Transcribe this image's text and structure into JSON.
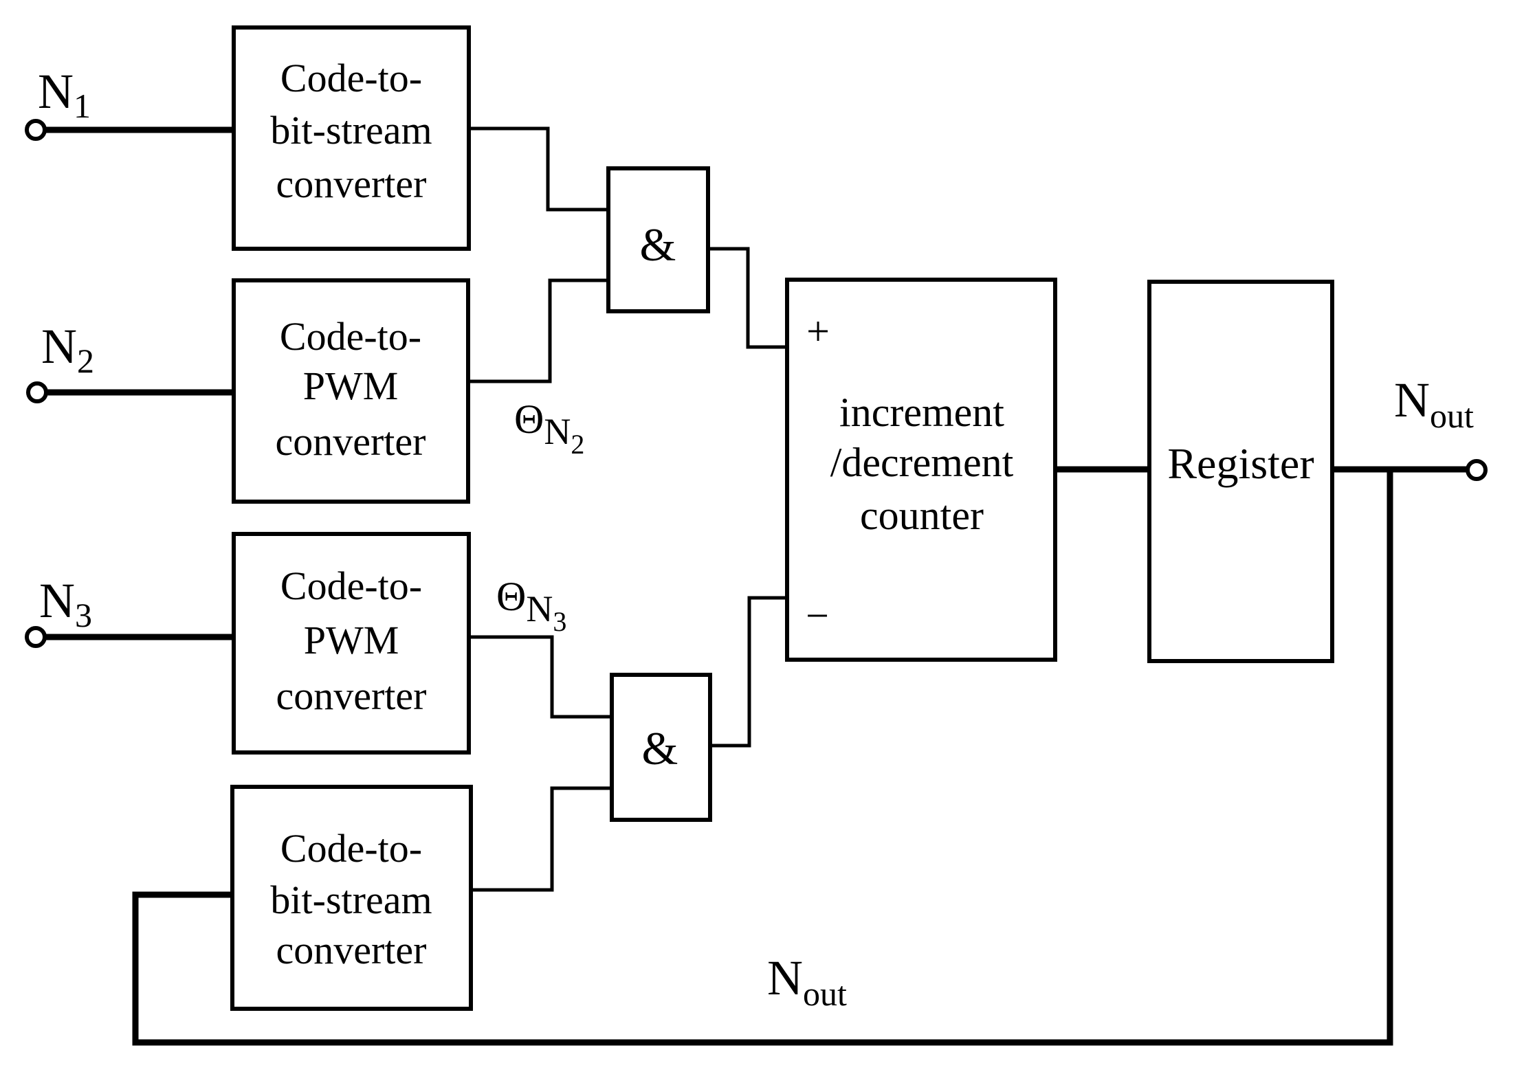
{
  "diagram": {
    "type": "block-diagram",
    "background_color": "#ffffff",
    "line_color": "#000000",
    "boxes": {
      "converter_top": {
        "lines": [
          "Code-to-",
          "bit-stream",
          "converter"
        ]
      },
      "converter_pwm2": {
        "lines": [
          "Code-to-",
          "PWM",
          "converter"
        ]
      },
      "converter_pwm3": {
        "lines": [
          "Code-to-",
          "PWM",
          "converter"
        ]
      },
      "converter_bottom": {
        "lines": [
          "Code-to-",
          "bit-stream",
          "converter"
        ]
      },
      "and_gate_1": {
        "label": "&"
      },
      "and_gate_2": {
        "label": "&"
      },
      "counter": {
        "plus_label": "+",
        "minus_label": "−",
        "lines": [
          "increment",
          "/decrement",
          "counter"
        ]
      },
      "register": {
        "label": "Register"
      }
    },
    "labels": {
      "n1": {
        "base": "N",
        "sub": "1"
      },
      "n2": {
        "base": "N",
        "sub": "2"
      },
      "n3": {
        "base": "N",
        "sub": "3"
      },
      "theta_n2": {
        "base": "Θ",
        "sub": "N",
        "subsub": "2"
      },
      "theta_n3": {
        "base": "Θ",
        "sub": "N",
        "subsub": "3"
      },
      "nout_right": {
        "base": "N",
        "sub": "out"
      },
      "nout_bottom": {
        "base": "N",
        "sub": "out"
      }
    }
  }
}
